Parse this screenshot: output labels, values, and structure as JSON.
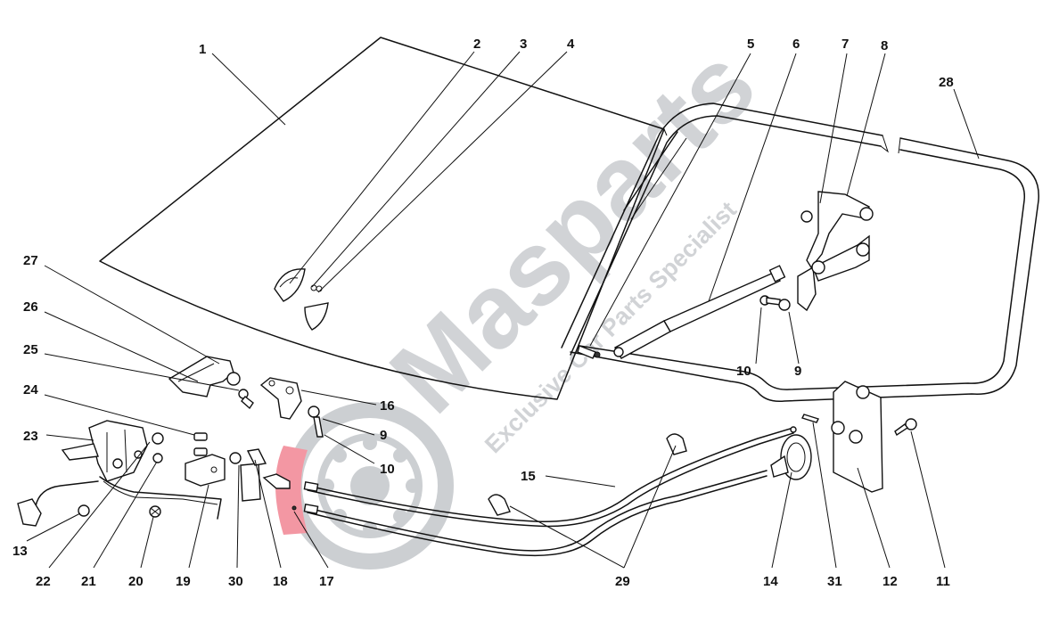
{
  "watermark": {
    "brand": "Masparts",
    "tagline": "Exclusive Car Parts Specialist",
    "accent_color": "#e8324a",
    "gray_color": "#9aa0a6"
  },
  "callouts": [
    {
      "id": "c1",
      "label": "1"
    },
    {
      "id": "c2",
      "label": "2"
    },
    {
      "id": "c3",
      "label": "3"
    },
    {
      "id": "c4",
      "label": "4"
    },
    {
      "id": "c5",
      "label": "5"
    },
    {
      "id": "c6",
      "label": "6"
    },
    {
      "id": "c7",
      "label": "7"
    },
    {
      "id": "c8",
      "label": "8"
    },
    {
      "id": "c28",
      "label": "28"
    },
    {
      "id": "c27",
      "label": "27"
    },
    {
      "id": "c26",
      "label": "26"
    },
    {
      "id": "c25",
      "label": "25"
    },
    {
      "id": "c24",
      "label": "24"
    },
    {
      "id": "c23",
      "label": "23"
    },
    {
      "id": "c16",
      "label": "16"
    },
    {
      "id": "c9a",
      "label": "9"
    },
    {
      "id": "c10a",
      "label": "10"
    },
    {
      "id": "c10b",
      "label": "10"
    },
    {
      "id": "c9b",
      "label": "9"
    },
    {
      "id": "c15",
      "label": "15"
    },
    {
      "id": "c13",
      "label": "13"
    },
    {
      "id": "c22",
      "label": "22"
    },
    {
      "id": "c21",
      "label": "21"
    },
    {
      "id": "c20",
      "label": "20"
    },
    {
      "id": "c19",
      "label": "19"
    },
    {
      "id": "c30",
      "label": "30"
    },
    {
      "id": "c18",
      "label": "18"
    },
    {
      "id": "c17",
      "label": "17"
    },
    {
      "id": "c29",
      "label": "29"
    },
    {
      "id": "c14",
      "label": "14"
    },
    {
      "id": "c31",
      "label": "31"
    },
    {
      "id": "c12",
      "label": "12"
    },
    {
      "id": "c11",
      "label": "11"
    }
  ]
}
